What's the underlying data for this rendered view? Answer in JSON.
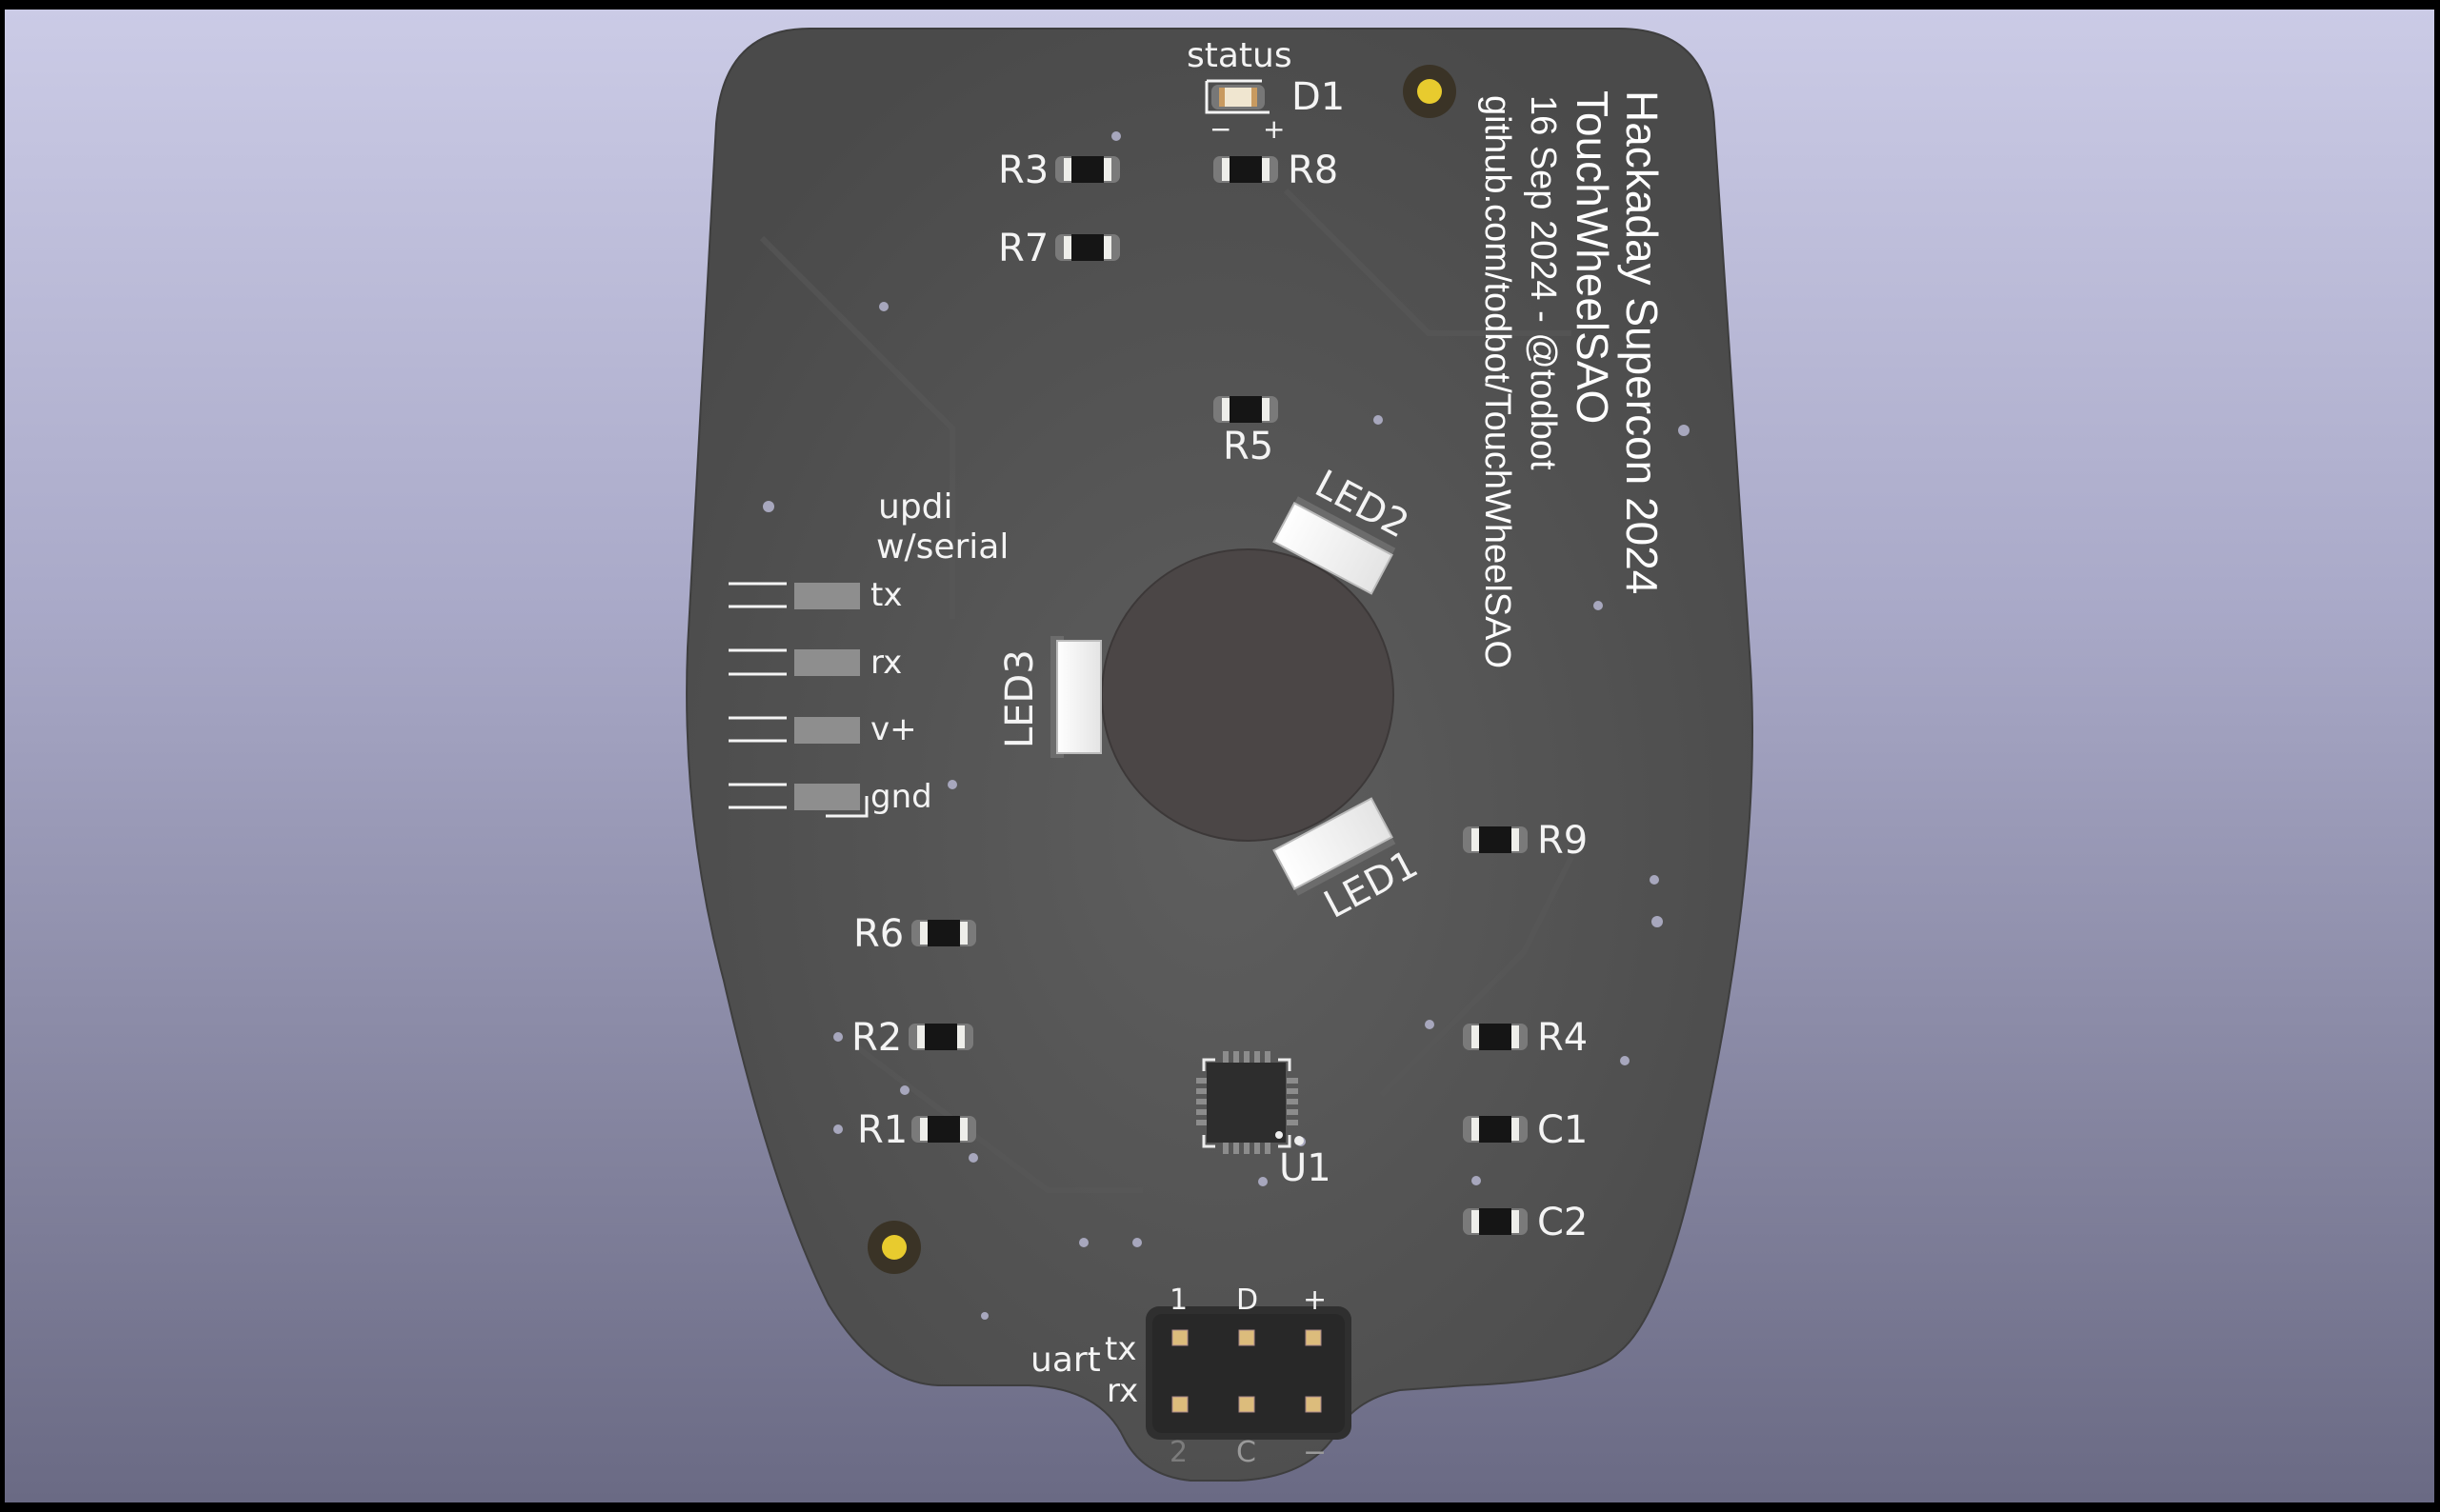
{
  "board": {
    "name": "TouchWheelSAO PCB 3D view",
    "colors": {
      "background_top": "#cbcbe6",
      "background_bottom": "#6a6a84",
      "soldermask": "#525252",
      "silkscreen": "#f4f4f4",
      "pad_gold": "#e6c83a",
      "touch_pad": "#4a4646",
      "connector_body": "#2e2e2e"
    }
  },
  "title_block": {
    "line1": "Hackaday Supercon 2024",
    "line2": "TouchWheelSAO",
    "line3": "16 Sep 2024 - @todbot",
    "line4": "github.com/todbot/TouchWheelSAO"
  },
  "labels": {
    "status": "status",
    "d1": "D1",
    "d1_minus": "−",
    "d1_plus": "+",
    "r1": "R1",
    "r2": "R2",
    "r3": "R3",
    "r4": "R4",
    "r5": "R5",
    "r6": "R6",
    "r7": "R7",
    "r8": "R8",
    "r9": "R9",
    "c1": "C1",
    "c2": "C2",
    "u1": "U1",
    "led1": "LED1",
    "led2": "LED2",
    "led3": "LED3",
    "updi": "updi",
    "w_serial": "w/serial",
    "tx": "tx",
    "rx": "rx",
    "vplus": "v+",
    "gnd": "gnd",
    "uart": "uart",
    "uart_tx": "tx",
    "uart_rx": "rx"
  },
  "header": {
    "top_pins": [
      "1",
      "D",
      "+"
    ],
    "bottom_pins": [
      "2",
      "C",
      "−"
    ]
  }
}
